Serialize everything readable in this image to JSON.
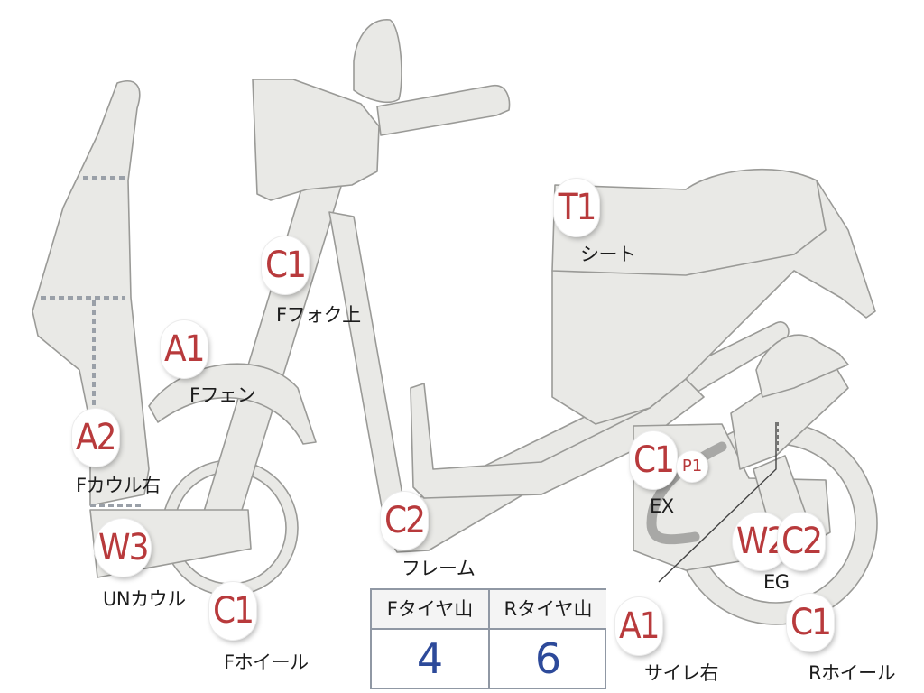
{
  "badges": {
    "f_fork_upper": "C1",
    "seat": "T1",
    "f_fender": "A1",
    "f_cowl_right": "A2",
    "un_cowl": "W3",
    "f_wheel": "C1",
    "frame": "C2",
    "exhaust": "C1",
    "exhaust_p": "P1",
    "engine_w": "W2",
    "engine_c": "C2",
    "muffler_right": "A1",
    "r_wheel": "C1"
  },
  "labels": {
    "f_fork_upper": "Fフォク上",
    "seat": "シート",
    "f_fender": "Fフェン",
    "f_cowl_right": "Fカウル右",
    "un_cowl": "UNカウル",
    "f_wheel": "Fホイール",
    "frame": "フレーム",
    "exhaust": "EX",
    "engine": "EG",
    "muffler_right": "サイレ右",
    "r_wheel": "Rホイール"
  },
  "tread_table": {
    "headers": [
      "Fタイヤ山",
      "Rタイヤ山"
    ],
    "values": [
      "4",
      "6"
    ]
  },
  "colors": {
    "badge_text": "#b83a3c",
    "table_value": "#2d4a9a",
    "part_fill": "#e9e9e6"
  }
}
